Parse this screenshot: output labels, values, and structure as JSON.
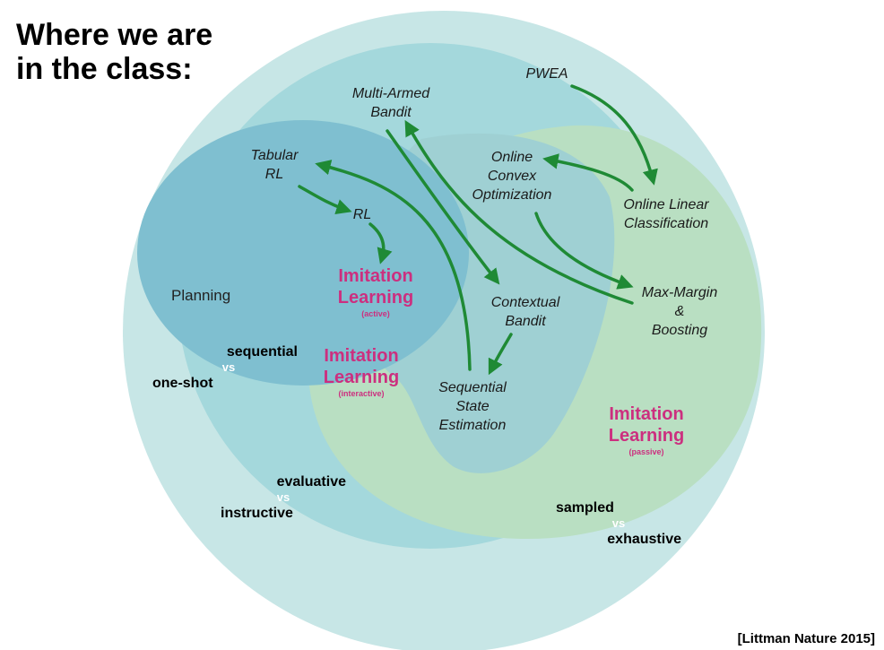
{
  "title": "Where we are\nin the class:",
  "citation": "[Littman Nature 2015]",
  "colors": {
    "outer_circle": "#c7e6e6",
    "mid_circle": "#a4d8dc",
    "inner_circle": "#7fbfd0",
    "green_region": "#b9dfc2",
    "arrow": "#1f8a35",
    "imitation": "#cc2f7f"
  },
  "nodes": {
    "pwea": "PWEA",
    "multi_armed_bandit": "Multi-Armed\nBandit",
    "tabular_rl": "Tabular\nRL",
    "rl": "RL",
    "online_convex_optimization": "Online\nConvex\nOptimization",
    "online_linear_classification": "Online Linear\nClassification",
    "max_margin_boosting": "Max-Margin\n&\nBoosting",
    "contextual_bandit": "Contextual\nBandit",
    "sequential_state_estimation": "Sequential\nState\nEstimation",
    "planning": "Planning"
  },
  "imitation": {
    "active": {
      "main": "Imitation\nLearning",
      "sub": "(active)"
    },
    "interactive": {
      "main": "Imitation\nLearning",
      "sub": "(interactive)"
    },
    "passive": {
      "main": "Imitation\nLearning",
      "sub": "(passive)"
    }
  },
  "dimensions": {
    "sequential": {
      "a": "sequential",
      "vs": "vs",
      "b": "one-shot"
    },
    "evaluative": {
      "a": "evaluative",
      "vs": "vs",
      "b": "instructive"
    },
    "sampled": {
      "a": "sampled",
      "vs": "vs",
      "b": "exhaustive"
    }
  }
}
